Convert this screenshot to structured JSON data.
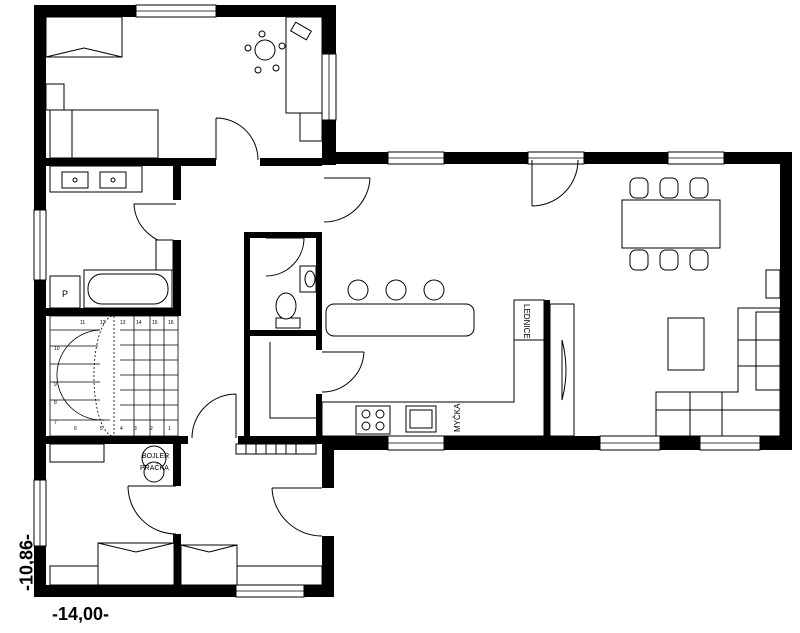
{
  "dimensions": {
    "width": "-14,00-",
    "height": "-10,86-"
  },
  "labels": {
    "fridge": "LEDNICE",
    "dishwasher": "MYČKA",
    "boiler": "BOJLER",
    "washer": "PRAČKA",
    "pantry": "P"
  },
  "stairs": {
    "steps": [
      "1",
      "2",
      "3",
      "4",
      "5",
      "6",
      "7",
      "8",
      "9",
      "10",
      "11",
      "12",
      "13",
      "14",
      "15",
      "16"
    ]
  },
  "colors": {
    "wall": "#000000",
    "line": "#000000",
    "fill": "#ffffff"
  }
}
